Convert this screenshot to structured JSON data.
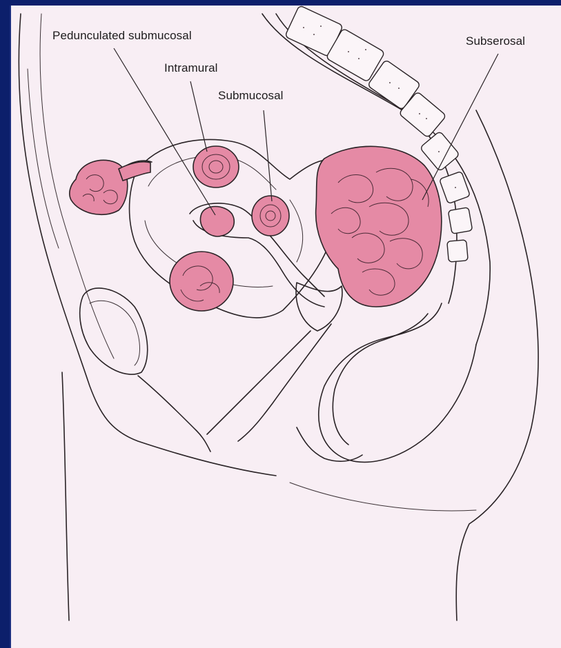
{
  "labels": {
    "pedunculated_submucosal": "Pedunculated submucosal",
    "intramural": "Intramural",
    "submucosal": "Submucosal",
    "subserosal": "Subserosal"
  },
  "colors": {
    "slide_background": "#0c1f6b",
    "plate_background": "#f8eef4",
    "fibroid_fill": "#e58aa5",
    "line_art": "#2a2326"
  }
}
